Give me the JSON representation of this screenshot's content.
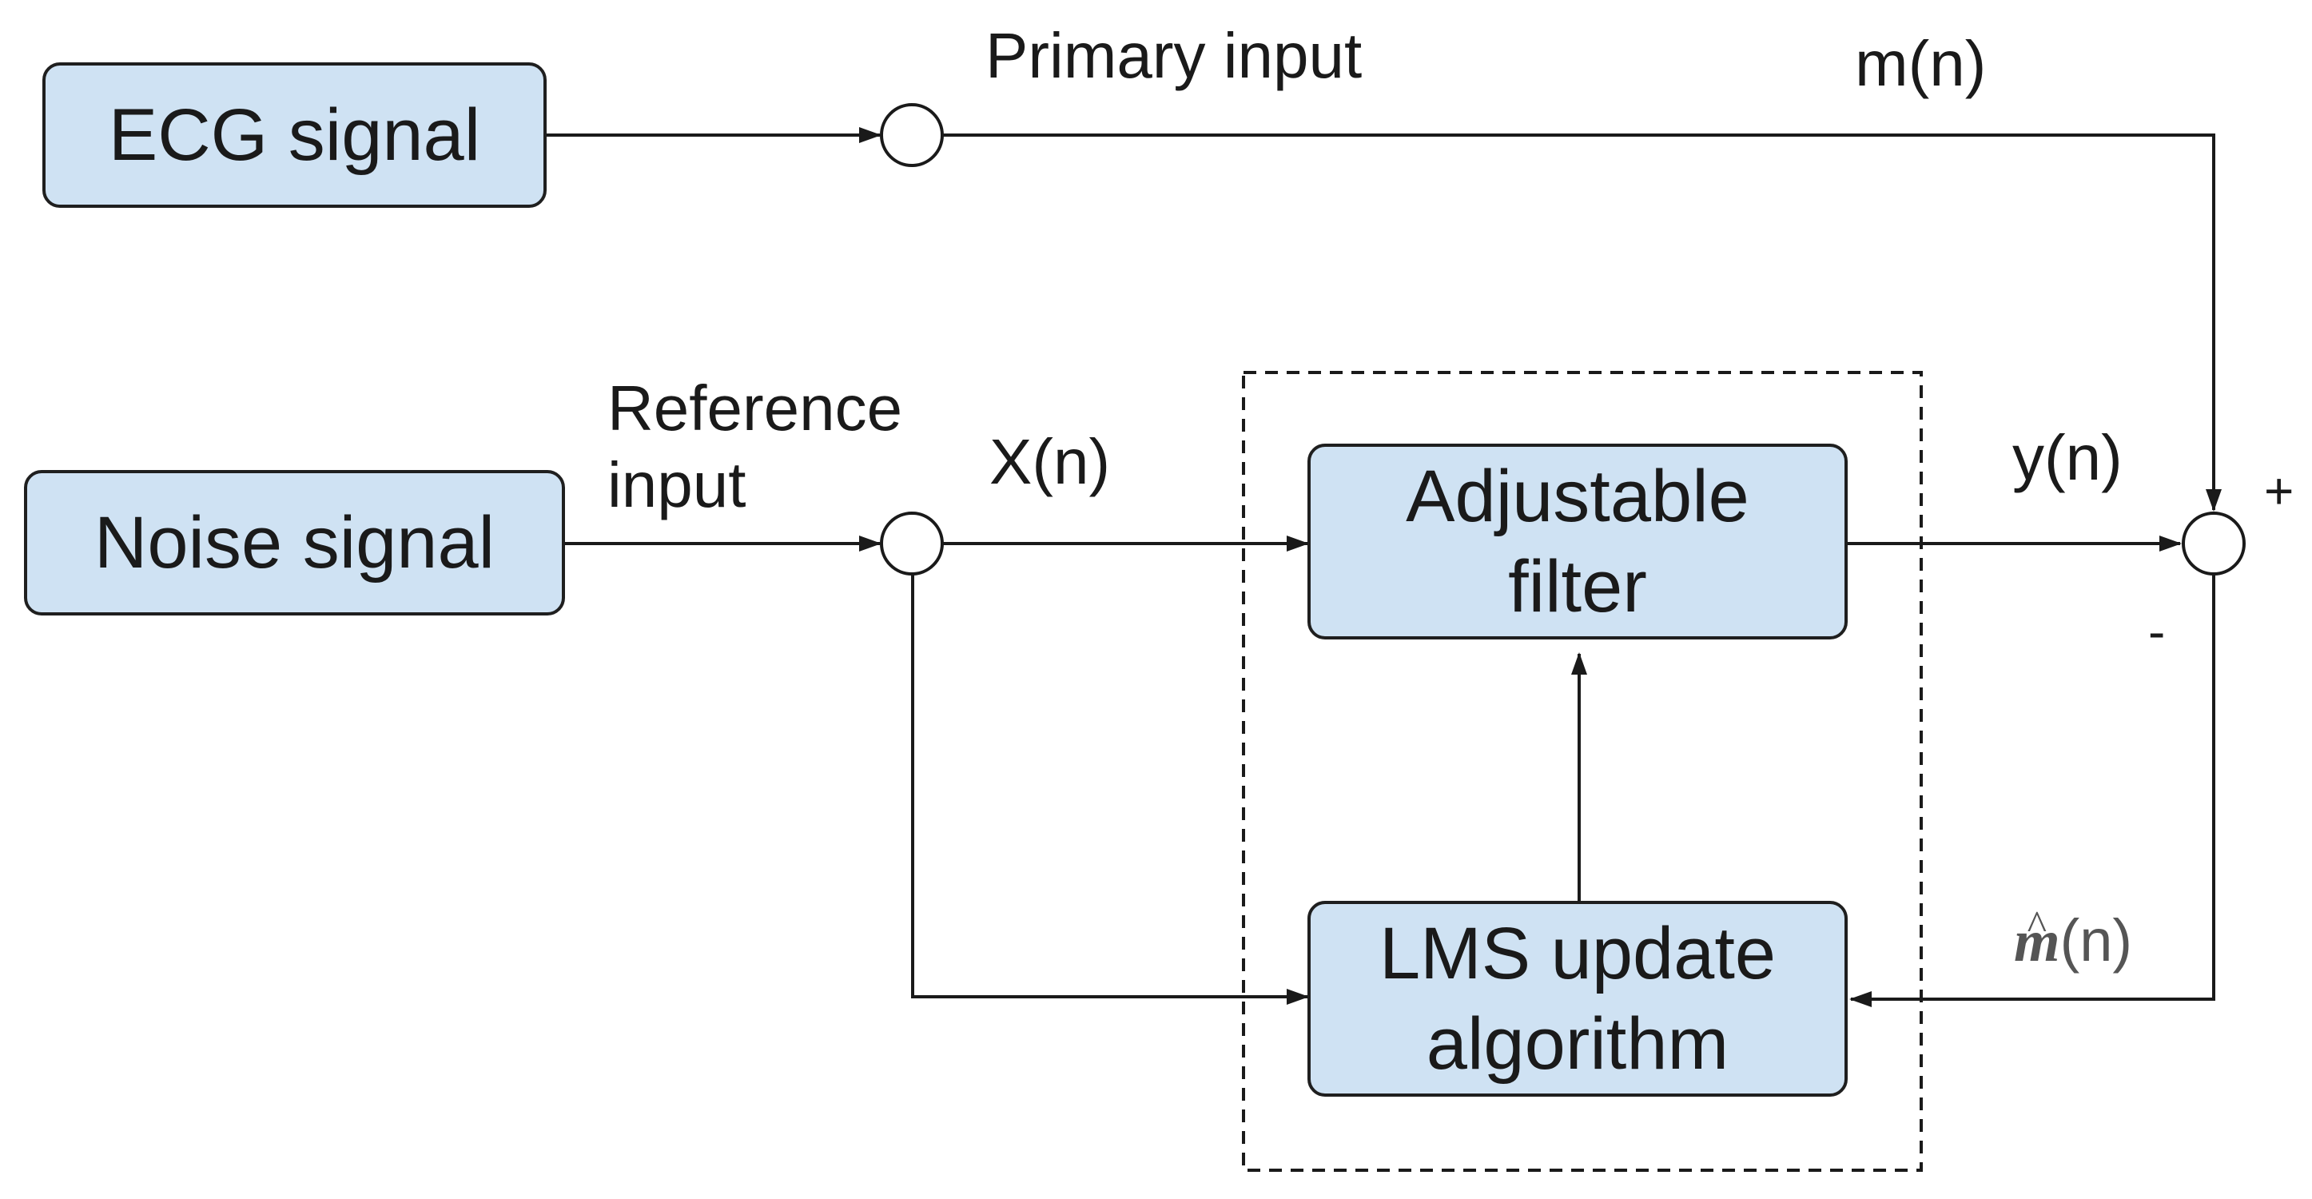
{
  "blocks": {
    "ecg_signal": "ECG signal",
    "noise_signal": "Noise signal",
    "adjustable_filter": "Adjustable\nfilter",
    "lms_update": "LMS update\nalgorithm"
  },
  "labels": {
    "primary_input": "Primary input",
    "m_n": "m(n)",
    "reference_input": "Reference\ninput",
    "x_n": "X(n)",
    "y_n": "y(n)",
    "plus_sign": "+",
    "minus_sign": "-",
    "m_hat_symbol": "m",
    "m_hat_hat": "^",
    "m_hat_arg": "(n)"
  }
}
